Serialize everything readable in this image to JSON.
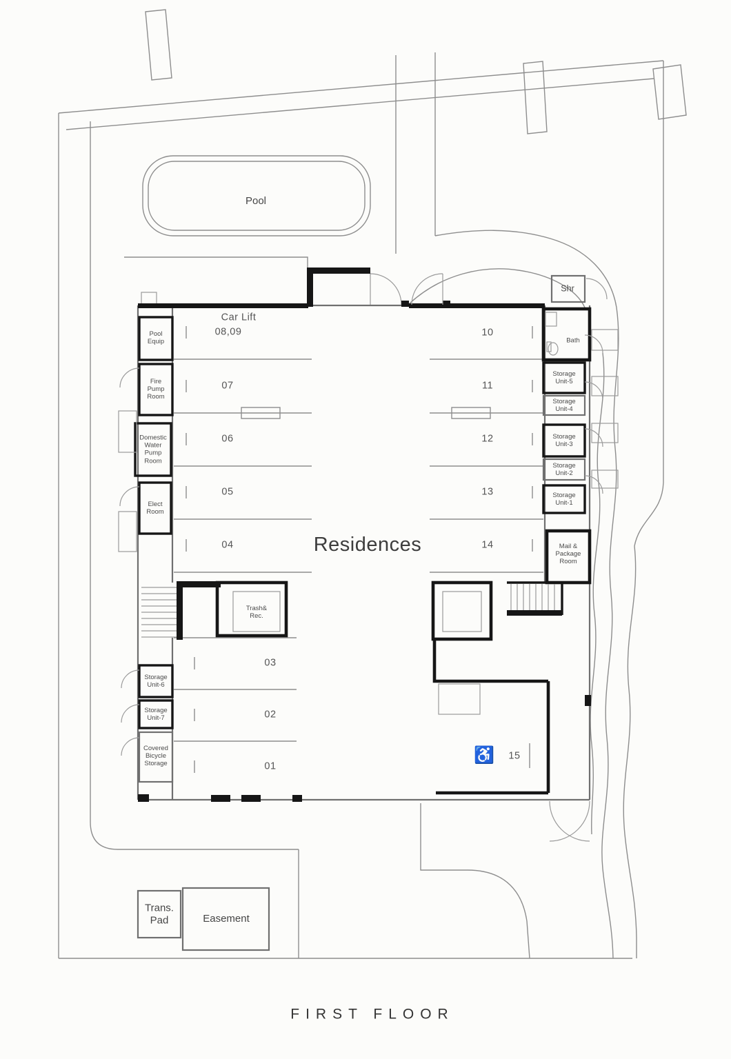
{
  "title": "FIRST FLOOR",
  "areas": {
    "pool": "Pool",
    "residences": "Residences",
    "trans_pad": "Trans. Pad",
    "easement": "Easement"
  },
  "rooms": {
    "shr": "Shr",
    "bath": "Bath",
    "pool_equip": "Pool Equip",
    "fire_pump": "Fire Pump Room",
    "domestic_water_pump": "Domestic Water Pump Room",
    "elect": "Elect Room",
    "trash": "Trash& Rec.",
    "mail": "Mail & Package Room",
    "storage_unit_1": "Storage Unit-1",
    "storage_unit_2": "Storage Unit-2",
    "storage_unit_3": "Storage Unit-3",
    "storage_unit_4": "Storage Unit-4",
    "storage_unit_5": "Storage Unit-5",
    "storage_unit_6": "Storage Unit-6",
    "storage_unit_7": "Storage Unit-7",
    "bicycle": "Covered Bicycle Storage"
  },
  "parking": {
    "car_lift_label": "Car Lift",
    "car_lift_stalls": "08,09",
    "left_column": [
      "07",
      "06",
      "05",
      "04"
    ],
    "right_column": [
      "10",
      "11",
      "12",
      "13",
      "14"
    ],
    "bottom_column": [
      "03",
      "02",
      "01"
    ],
    "accessible_stall": "15",
    "accessible_icon": "♿"
  },
  "colors": {
    "line": "#8d8d8d",
    "wall": "#161616",
    "background": "#fcfcfa",
    "text": "#4a4a4a"
  }
}
